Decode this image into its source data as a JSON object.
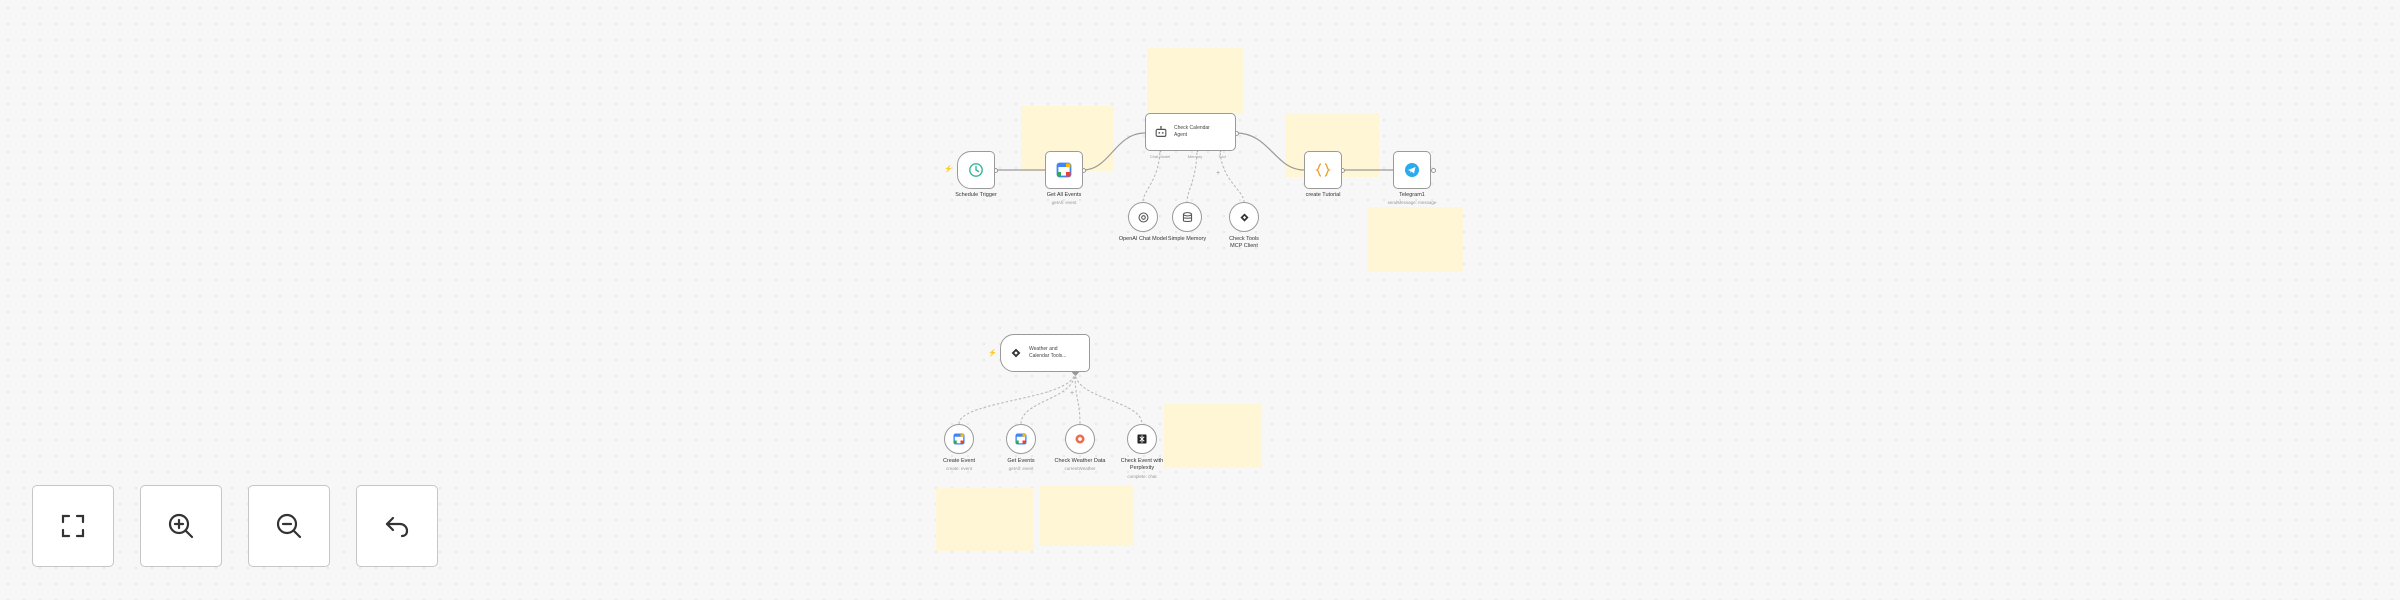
{
  "workflow": {
    "nodes": [
      {
        "id": "schedule_trigger",
        "label": "Schedule Trigger",
        "subtitle": "",
        "icon": "clock-icon"
      },
      {
        "id": "get_all_events",
        "label": "Get All Events",
        "subtitle": "getAll: event",
        "icon": "google-calendar-icon"
      },
      {
        "id": "agent",
        "label": "Check Calendar Agent",
        "subtitle": "",
        "icon": "robot-icon"
      },
      {
        "id": "create_tutorial",
        "label": "create Tutorial",
        "subtitle": "",
        "icon": "code-braces-icon"
      },
      {
        "id": "telegram",
        "label": "Telegram1",
        "subtitle": "sendMessage: message",
        "icon": "telegram-icon"
      },
      {
        "id": "mcp_trigger",
        "label": "Weather and Calendar Tools...",
        "subtitle": "",
        "icon": "mcp-icon"
      }
    ],
    "agent_ports": {
      "model": "Chat Model",
      "memory": "Memory",
      "tool": "Tool"
    },
    "agent_tools": [
      {
        "id": "openai_model",
        "label": "OpenAI Chat Model",
        "subtitle": "",
        "icon": "openai-icon"
      },
      {
        "id": "simple_memory",
        "label": "Simple Memory",
        "subtitle": "",
        "icon": "database-icon"
      },
      {
        "id": "mcp_client",
        "label": "Check Tools MCP Client",
        "subtitle": "",
        "icon": "mcp-icon"
      }
    ],
    "mcp_tools": [
      {
        "id": "create_event",
        "label": "Create Event",
        "subtitle": "create: event",
        "icon": "google-calendar-icon"
      },
      {
        "id": "get_events",
        "label": "Get Events",
        "subtitle": "getAll: event",
        "icon": "google-calendar-icon"
      },
      {
        "id": "weather",
        "label": "Check Weather Data",
        "subtitle": "currentWeather",
        "icon": "openweathermap-icon"
      },
      {
        "id": "perplexity",
        "label": "Check Event with Perplexity",
        "subtitle": "complete: chat",
        "icon": "perplexity-icon"
      }
    ]
  },
  "controls": [
    {
      "name": "fit-view-button",
      "icon": "fit-view-icon"
    },
    {
      "name": "zoom-in-button",
      "icon": "zoom-in-icon"
    },
    {
      "name": "zoom-out-button",
      "icon": "zoom-out-icon"
    },
    {
      "name": "undo-button",
      "icon": "undo-icon"
    }
  ],
  "colors": {
    "sticky": "#fff6d6",
    "edge": "#9a9a9a",
    "trigger_bolt": "#e5484d",
    "canvas": "#f7f7f7"
  }
}
